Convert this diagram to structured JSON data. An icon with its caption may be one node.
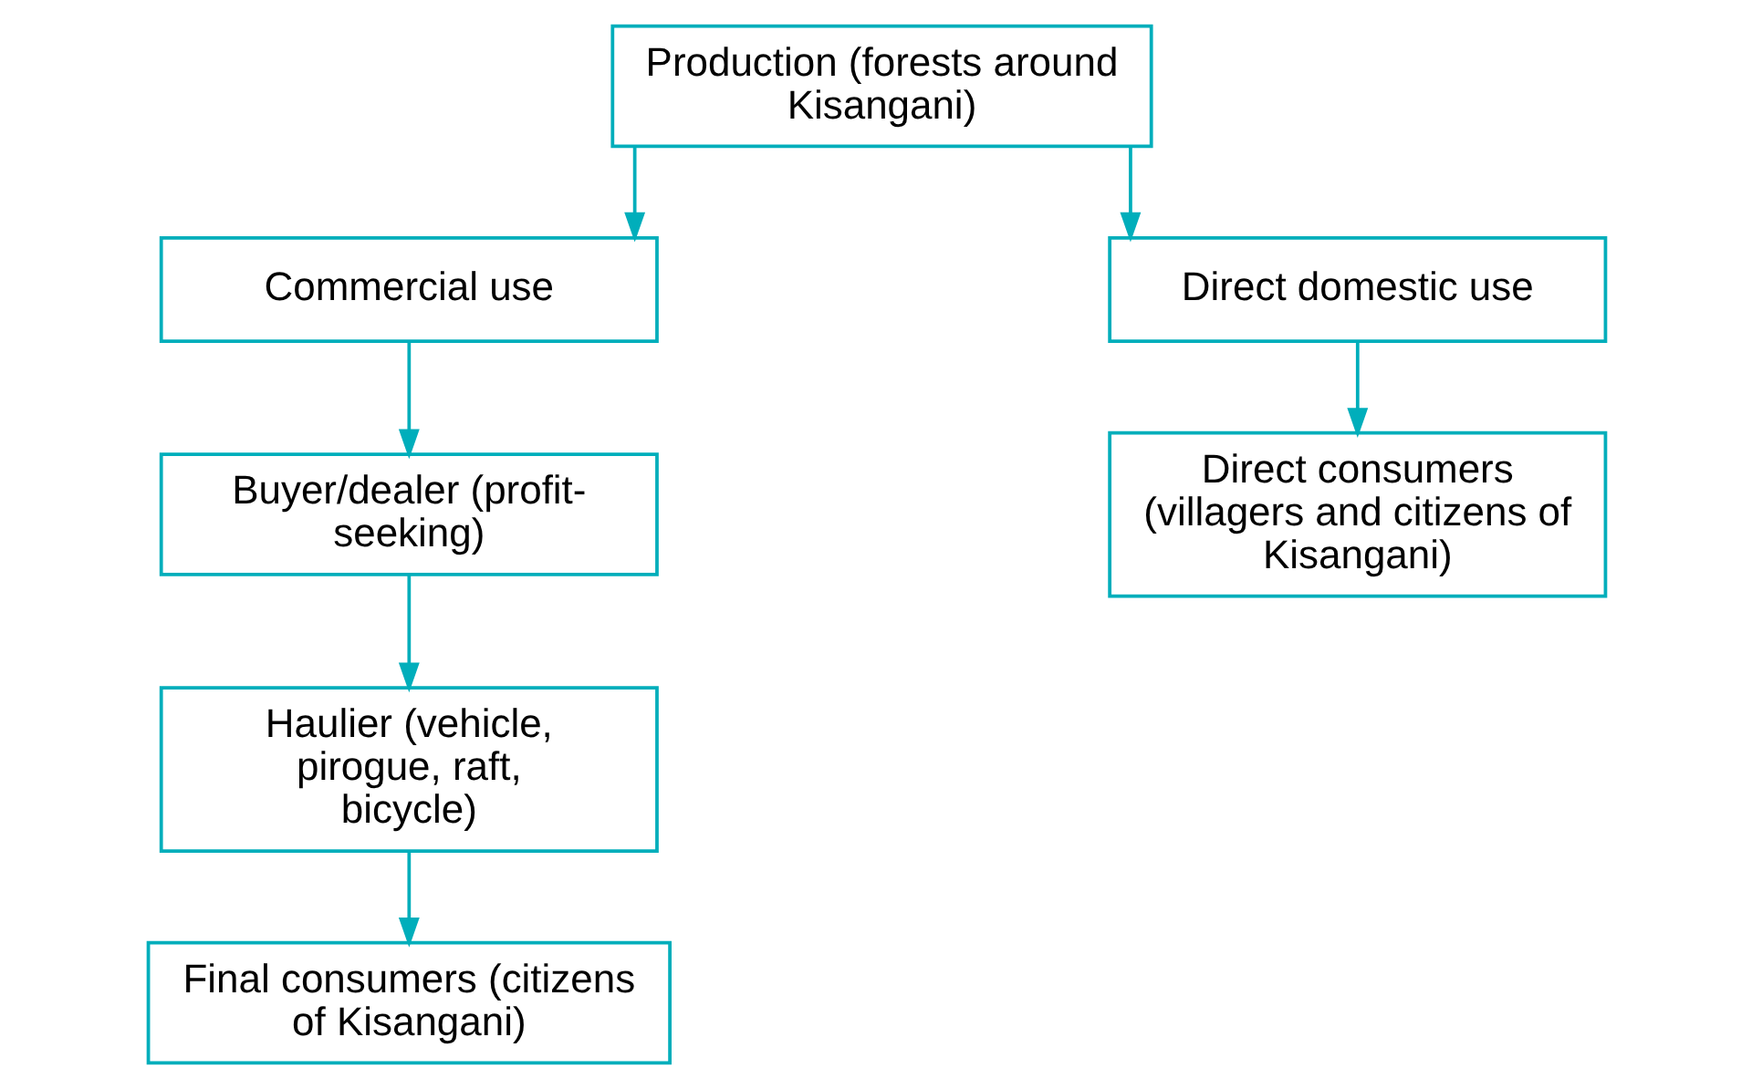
{
  "diagram": {
    "nodes": [
      {
        "text": [
          "Production (forests around Kisangani)"
        ]
      },
      {
        "text": [
          "Commercial use"
        ]
      },
      {
        "text": [
          "Direct domestic use"
        ]
      },
      {
        "text": [
          "Buyer/dealer (profit-seeking)"
        ]
      },
      {
        "text": [
          "Haulier (vehicle, pirogue, raft, bicycle)"
        ]
      },
      {
        "text": [
          "Final consumers (citizens of Kisangani)"
        ]
      },
      {
        "text": [
          "Direct consumers (villagers and citizens of Kisangani)"
        ]
      }
    ],
    "edges": [
      {
        "from": 0,
        "to": 1,
        "arrow": "to"
      },
      {
        "from": 0,
        "to": 2,
        "arrow": "to"
      },
      {
        "from": 1,
        "to": 3,
        "arrow": "to"
      },
      {
        "from": 3,
        "to": 4,
        "arrow": "to"
      },
      {
        "from": 4,
        "to": 5,
        "arrow": "to"
      },
      {
        "from": 2,
        "to": 6,
        "arrow": "to"
      }
    ]
  }
}
